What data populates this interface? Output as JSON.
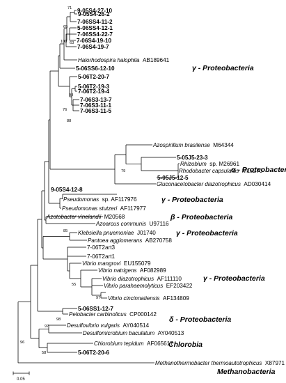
{
  "leaves": {
    "t1": {
      "text": "9-05S4-27-10",
      "style": "bold"
    },
    "t2": {
      "text": "9-05S4-26-2",
      "style": "bold"
    },
    "t3": {
      "text": "7-06SS4-11-2",
      "style": "bold"
    },
    "t4": {
      "text": "5-06SS4-12-1",
      "style": "bold"
    },
    "t5": {
      "text": "7-06SS4-22-7",
      "style": "bold"
    },
    "t6": {
      "text": "7-06S4-19-10",
      "style": "bold"
    },
    "t7": {
      "text": "7-06S4-19-7",
      "style": "bold"
    },
    "t8": {
      "text": "Halorhodospira halophila",
      "style": "italic"
    },
    "t8acc": {
      "text": "AB189641",
      "style": "normal"
    },
    "t9": {
      "text": "5-06SS6-12-10",
      "style": "bold"
    },
    "t10": {
      "text": "5-06T2-20-7",
      "style": "bold"
    },
    "t11": {
      "text": "5-06T2-19-3",
      "style": "bold"
    },
    "t12": {
      "text": "7-06T2-19-4",
      "style": "bold"
    },
    "t13": {
      "text": "7-06S3-13-7",
      "style": "bold"
    },
    "t14": {
      "text": "7-06S3-11-1",
      "style": "bold"
    },
    "t15": {
      "text": "7-06S3-11-5",
      "style": "bold"
    },
    "t16": {
      "text": "Azospirillum brasilense",
      "style": "italic"
    },
    "t16acc": {
      "text": "M64344",
      "style": "normal"
    },
    "t17": {
      "text": "5-05J5-23-3",
      "style": "bold"
    },
    "t18": {
      "text": "Rhizobium",
      "style": "italic"
    },
    "t18acc": {
      "text": "sp. M26961",
      "style": "normal"
    },
    "t19": {
      "text": "Rhodobacter capsulatus",
      "style": "italic"
    },
    "t19acc": {
      "text": "M15270",
      "style": "normal"
    },
    "t20": {
      "text": "5-05J5-12-5",
      "style": "bold"
    },
    "t21": {
      "text": "Gluconacetobacter diazotrophicus",
      "style": "italic"
    },
    "t21acc": {
      "text": "AD030414",
      "style": "normal"
    },
    "t22": {
      "text": "9-05S4-12-8",
      "style": "bold"
    },
    "t23": {
      "text": "Pseudomonas",
      "style": "italic"
    },
    "t23acc": {
      "text": "sp. AF117976",
      "style": "normal"
    },
    "t24": {
      "text": "Pseudomonas stutzeri",
      "style": "italic"
    },
    "t24acc": {
      "text": "AF117977",
      "style": "normal"
    },
    "t25": {
      "text": "Azotobacter vinelandii",
      "style": "italic"
    },
    "t25acc": {
      "text": "M20568",
      "style": "normal"
    },
    "t26": {
      "text": "Azoarcus communis",
      "style": "italic"
    },
    "t26acc": {
      "text": "U97116",
      "style": "normal"
    },
    "t27": {
      "text": "Klebsiella pnuemoniae",
      "style": "italic"
    },
    "t27acc": {
      "text": "J01740",
      "style": "normal"
    },
    "t28": {
      "text": "Pantoea agglomerans",
      "style": "italic"
    },
    "t28acc": {
      "text": "AB270758",
      "style": "normal"
    },
    "t29": {
      "text": "7-06T2art3",
      "style": "normal"
    },
    "t30": {
      "text": "7-06T2art1",
      "style": "normal"
    },
    "t31": {
      "text": "Vibrio mangrovi",
      "style": "italic"
    },
    "t31acc": {
      "text": "EU155079",
      "style": "normal"
    },
    "t32": {
      "text": "Vibrio natrigens",
      "style": "italic"
    },
    "t32acc": {
      "text": "AF082989",
      "style": "normal"
    },
    "t33": {
      "text": "Vibrio diazotrophicus",
      "style": "italic"
    },
    "t33acc": {
      "text": "AF111110",
      "style": "normal"
    },
    "t34": {
      "text": "Vibrio parahaemolyticus",
      "style": "italic"
    },
    "t34acc": {
      "text": "EF203422",
      "style": "normal"
    },
    "t35": {
      "text": "Vibrio cincinnatiensis",
      "style": "italic"
    },
    "t35acc": {
      "text": "AF134809",
      "style": "normal"
    },
    "t36": {
      "text": "5-06SS1-12-7",
      "style": "bold"
    },
    "t37": {
      "text": "Pelobacter carbinolicus",
      "style": "italic"
    },
    "t37acc": {
      "text": "CP000142",
      "style": "normal"
    },
    "t38": {
      "text": "Desulfovibrio vulgaris",
      "style": "italic"
    },
    "t38acc": {
      "text": "AY040514",
      "style": "normal"
    },
    "t39": {
      "text": "Desulfomicrobium baculatum",
      "style": "italic"
    },
    "t39acc": {
      "text": "AY040513",
      "style": "normal"
    },
    "t40": {
      "text": "Chlorobium tepidum",
      "style": "italic"
    },
    "t40acc": {
      "text": "AF065617",
      "style": "normal"
    },
    "t41": {
      "text": "5-06T2-20-6",
      "style": "bold"
    },
    "t42": {
      "text": "Methanothermobacter thermoautotrophicus",
      "style": "italic"
    },
    "t42acc": {
      "text": "X87971",
      "style": "normal"
    }
  },
  "bootstrap": {
    "b71": "71",
    "b65": "65",
    "b100": "100",
    "b63": "63",
    "b98a": "98",
    "b76": "76",
    "b88": "88",
    "b79": "79",
    "b85": "85",
    "b55": "55",
    "b97a": "97",
    "b98b": "98",
    "b97b": "97",
    "b96": "96",
    "b58": "58"
  },
  "groups": {
    "gamma1": "γ - Proteobacteria",
    "alpha": "α - Proteobacteria",
    "gamma2": "γ - Proteobacteria",
    "beta": "β - Proteobacteria",
    "gamma3": "γ - Proteobacteria",
    "gamma4": "γ - Proteobacteria",
    "delta": "δ - Proteobacteria",
    "chlorobia": "Chlorobia",
    "methano": "Methanobacteria"
  },
  "scale_bar": {
    "label": "0.05",
    "length_units": 0.05
  }
}
